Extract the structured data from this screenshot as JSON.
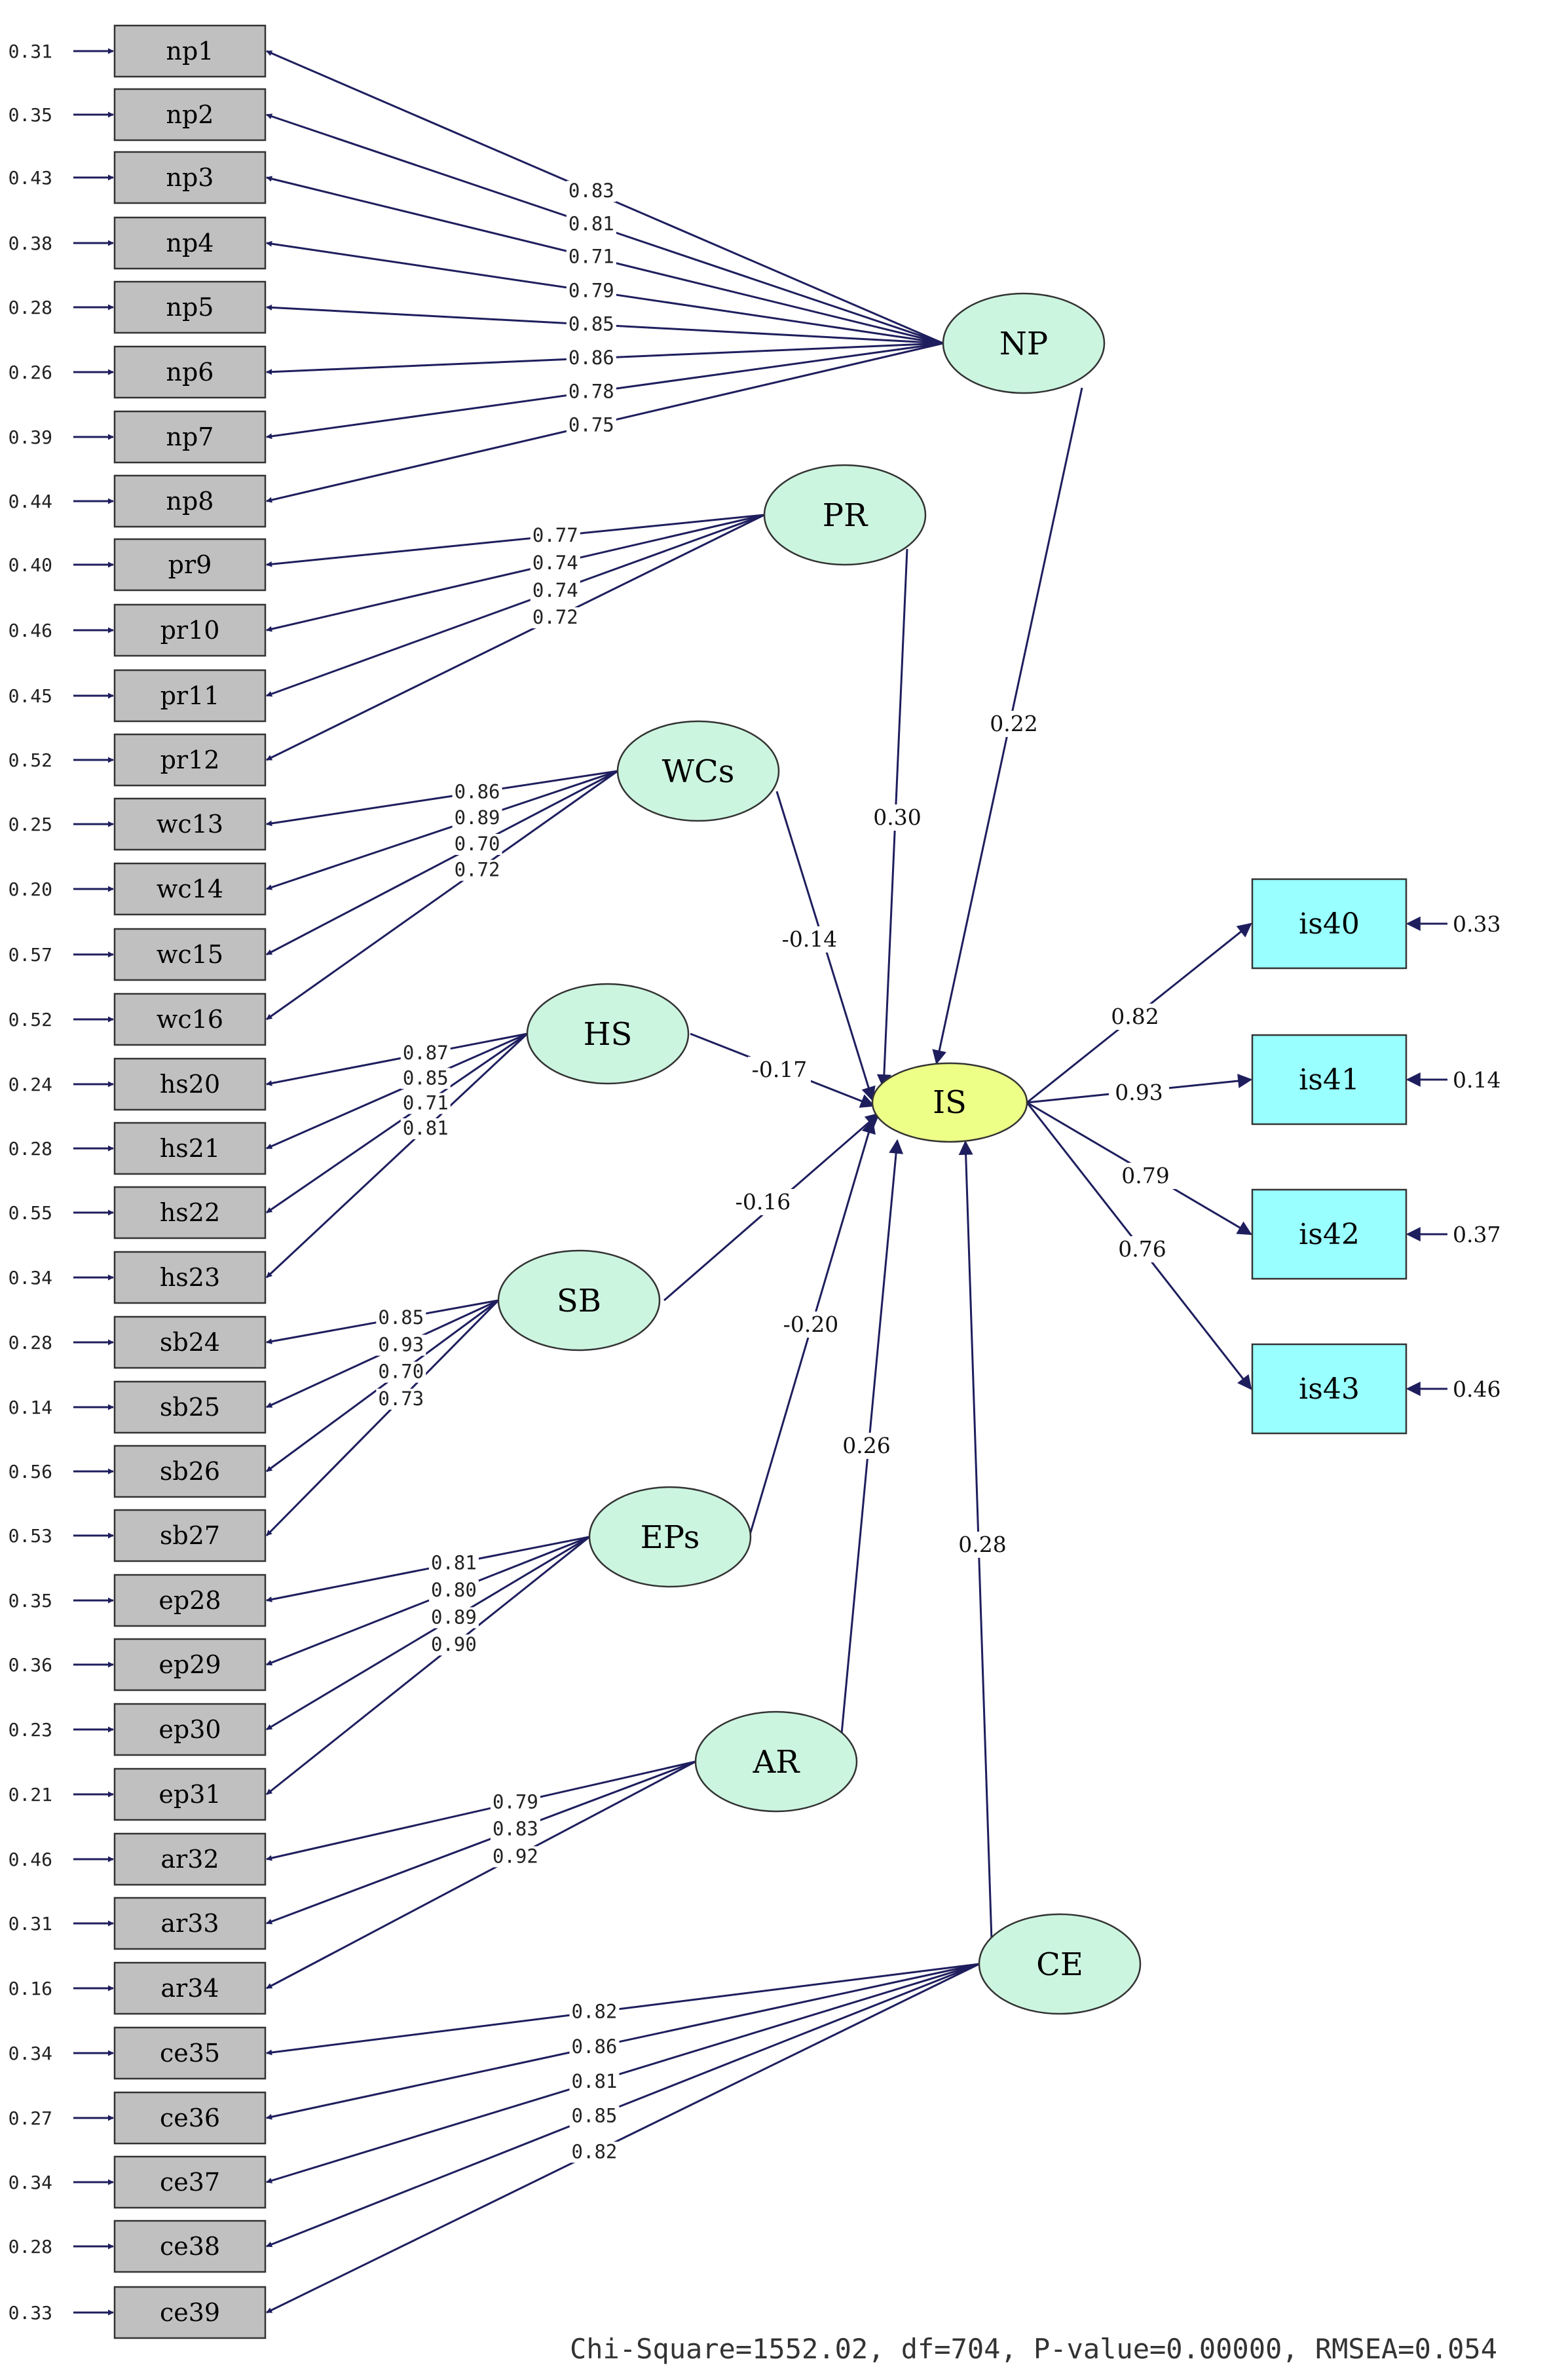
{
  "chart_data": {
    "type": "path-diagram",
    "indicators": [
      {
        "name": "np1",
        "error": "0.31"
      },
      {
        "name": "np2",
        "error": "0.35"
      },
      {
        "name": "np3",
        "error": "0.43"
      },
      {
        "name": "np4",
        "error": "0.38"
      },
      {
        "name": "np5",
        "error": "0.28"
      },
      {
        "name": "np6",
        "error": "0.26"
      },
      {
        "name": "np7",
        "error": "0.39"
      },
      {
        "name": "np8",
        "error": "0.44"
      },
      {
        "name": "pr9",
        "error": "0.40"
      },
      {
        "name": "pr10",
        "error": "0.46"
      },
      {
        "name": "pr11",
        "error": "0.45"
      },
      {
        "name": "pr12",
        "error": "0.52"
      },
      {
        "name": "wc13",
        "error": "0.25"
      },
      {
        "name": "wc14",
        "error": "0.20"
      },
      {
        "name": "wc15",
        "error": "0.57"
      },
      {
        "name": "wc16",
        "error": "0.52"
      },
      {
        "name": "hs20",
        "error": "0.24"
      },
      {
        "name": "hs21",
        "error": "0.28"
      },
      {
        "name": "hs22",
        "error": "0.55"
      },
      {
        "name": "hs23",
        "error": "0.34"
      },
      {
        "name": "sb24",
        "error": "0.28"
      },
      {
        "name": "sb25",
        "error": "0.14"
      },
      {
        "name": "sb26",
        "error": "0.56"
      },
      {
        "name": "sb27",
        "error": "0.53"
      },
      {
        "name": "ep28",
        "error": "0.35"
      },
      {
        "name": "ep29",
        "error": "0.36"
      },
      {
        "name": "ep30",
        "error": "0.23"
      },
      {
        "name": "ep31",
        "error": "0.21"
      },
      {
        "name": "ar32",
        "error": "0.46"
      },
      {
        "name": "ar33",
        "error": "0.31"
      },
      {
        "name": "ar34",
        "error": "0.16"
      },
      {
        "name": "ce35",
        "error": "0.34"
      },
      {
        "name": "ce36",
        "error": "0.27"
      },
      {
        "name": "ce37",
        "error": "0.34"
      },
      {
        "name": "ce38",
        "error": "0.28"
      },
      {
        "name": "ce39",
        "error": "0.33"
      }
    ],
    "latents": [
      {
        "name": "NP",
        "indicators": [
          0,
          1,
          2,
          3,
          4,
          5,
          6,
          7
        ],
        "loadings": [
          "0.83",
          "0.81",
          "0.71",
          "0.79",
          "0.85",
          "0.86",
          "0.78",
          "0.75"
        ],
        "path_to_IS": "0.22"
      },
      {
        "name": "PR",
        "indicators": [
          8,
          9,
          10,
          11
        ],
        "loadings": [
          "0.77",
          "0.74",
          "0.74",
          "0.72"
        ],
        "path_to_IS": "0.30"
      },
      {
        "name": "WCs",
        "indicators": [
          12,
          13,
          14,
          15
        ],
        "loadings": [
          "0.86",
          "0.89",
          "0.70",
          "0.72"
        ],
        "path_to_IS": "-0.14"
      },
      {
        "name": "HS",
        "indicators": [
          16,
          17,
          18,
          19
        ],
        "loadings": [
          "0.87",
          "0.85",
          "0.71",
          "0.81"
        ],
        "path_to_IS": "-0.17"
      },
      {
        "name": "SB",
        "indicators": [
          20,
          21,
          22,
          23
        ],
        "loadings": [
          "0.85",
          "0.93",
          "0.70",
          "0.73"
        ],
        "path_to_IS": "-0.16"
      },
      {
        "name": "EPs",
        "indicators": [
          24,
          25,
          26,
          27
        ],
        "loadings": [
          "0.81",
          "0.80",
          "0.89",
          "0.90"
        ],
        "path_to_IS": "-0.20"
      },
      {
        "name": "AR",
        "indicators": [
          28,
          29,
          30
        ],
        "loadings": [
          "0.79",
          "0.83",
          "0.92"
        ],
        "path_to_IS": "0.26"
      },
      {
        "name": "CE",
        "indicators": [
          31,
          32,
          33,
          34,
          35
        ],
        "loadings": [
          "0.82",
          "0.86",
          "0.81",
          "0.85",
          "0.82"
        ],
        "path_to_IS": "0.28"
      }
    ],
    "outcome": {
      "name": "IS",
      "indicators": [
        {
          "name": "is40",
          "loading": "0.82",
          "error": "0.33"
        },
        {
          "name": "is41",
          "loading": "0.93",
          "error": "0.14"
        },
        {
          "name": "is42",
          "loading": "0.79",
          "error": "0.37"
        },
        {
          "name": "is43",
          "loading": "0.76",
          "error": "0.46"
        }
      ]
    },
    "fit_statistics": "Chi-Square=1552.02, df=704, P-value=0.00000, RMSEA=0.054"
  }
}
